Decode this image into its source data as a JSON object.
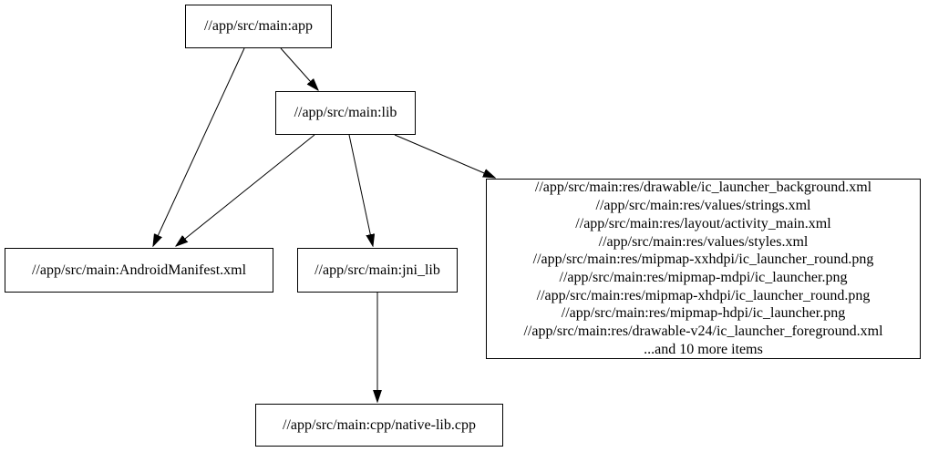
{
  "diagram": {
    "type": "build-dependency-graph",
    "background_color": "#ffffff",
    "node_border_color": "#000000",
    "edge_color": "#000000",
    "text_color": "#000000"
  },
  "nodes": {
    "app": {
      "label": "//app/src/main:app"
    },
    "lib": {
      "label": "//app/src/main:lib"
    },
    "manifest": {
      "label": "//app/src/main:AndroidManifest.xml"
    },
    "jni_lib": {
      "label": "//app/src/main:jni_lib"
    },
    "native_cpp": {
      "label": "//app/src/main:cpp/native-lib.cpp"
    },
    "res_group": {
      "lines": [
        "//app/src/main:res/drawable/ic_launcher_background.xml",
        "//app/src/main:res/values/strings.xml",
        "//app/src/main:res/layout/activity_main.xml",
        "//app/src/main:res/values/styles.xml",
        "//app/src/main:res/mipmap-xxhdpi/ic_launcher_round.png",
        "//app/src/main:res/mipmap-mdpi/ic_launcher.png",
        "//app/src/main:res/mipmap-xhdpi/ic_launcher_round.png",
        "//app/src/main:res/mipmap-hdpi/ic_launcher.png",
        "//app/src/main:res/drawable-v24/ic_launcher_foreground.xml",
        "...and 10 more items"
      ]
    }
  },
  "edges": [
    {
      "from": "app",
      "to": "lib"
    },
    {
      "from": "app",
      "to": "manifest"
    },
    {
      "from": "lib",
      "to": "manifest"
    },
    {
      "from": "lib",
      "to": "jni_lib"
    },
    {
      "from": "lib",
      "to": "res_group"
    },
    {
      "from": "jni_lib",
      "to": "native_cpp"
    }
  ]
}
